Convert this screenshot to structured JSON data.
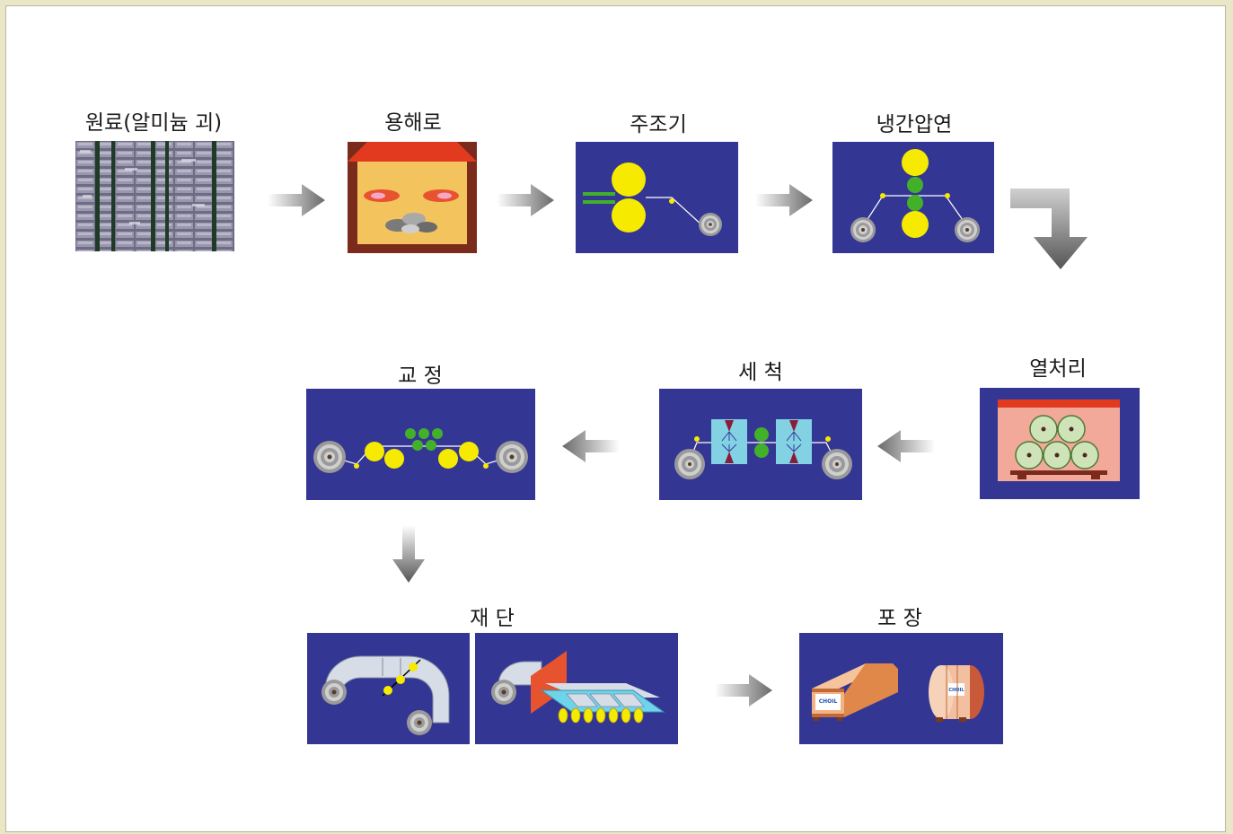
{
  "steps": [
    {
      "id": "raw-material",
      "label": "원료(알미늄 괴)"
    },
    {
      "id": "melting-furnace",
      "label": "용해로"
    },
    {
      "id": "caster",
      "label": "주조기"
    },
    {
      "id": "cold-rolling",
      "label": "냉간압연"
    },
    {
      "id": "heat-treatment",
      "label": "열처리"
    },
    {
      "id": "washing",
      "label": "세 척"
    },
    {
      "id": "straightening",
      "label": "교 정"
    },
    {
      "id": "cutting",
      "label": "재 단"
    },
    {
      "id": "packing",
      "label": "포 장"
    }
  ],
  "packing": {
    "brand_label": "CHOIL"
  },
  "colors": {
    "panel": "#343694",
    "roller_yellow": "#f5ea00",
    "roller_green": "#43b02a",
    "arrow_gray": "#7a7a7a",
    "page_border": "#e9e7c8"
  }
}
